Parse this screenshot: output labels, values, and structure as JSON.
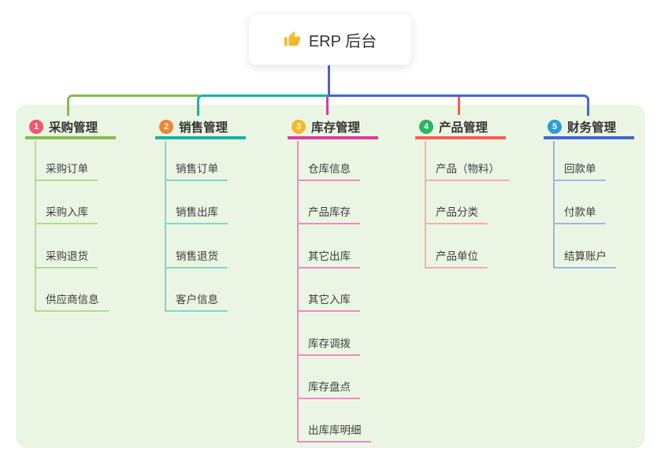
{
  "root": {
    "title": "ERP 后台",
    "icon": "thumbs-up"
  },
  "colors": {
    "panel_bg": "#eaf6e3",
    "root_line": "#5360cd",
    "thumb_icon": "#f6b92e"
  },
  "branches": [
    {
      "badge": "1",
      "title": "采购管理",
      "color": "#85bd4a",
      "light_color": "#b5d98f",
      "badge_color": "#f2566d",
      "children": [
        "采购订单",
        "采购入库",
        "采购退货",
        "供应商信息"
      ]
    },
    {
      "badge": "2",
      "title": "销售管理",
      "color": "#17b3a6",
      "light_color": "#85d6cd",
      "badge_color": "#f08434",
      "children": [
        "销售订单",
        "销售出库",
        "销售退货",
        "客户信息"
      ]
    },
    {
      "badge": "3",
      "title": "库存管理",
      "color": "#dd3a9e",
      "light_color": "#f287c7",
      "badge_color": "#f8b62c",
      "children": [
        "仓库信息",
        "产品库存",
        "其它出库",
        "其它入库",
        "库存调拨",
        "库存盘点",
        "出库库明细"
      ]
    },
    {
      "badge": "4",
      "title": "产品管理",
      "color": "#fa5b55",
      "light_color": "#fcaaa5",
      "badge_color": "#2db45f",
      "children": [
        "产品（物料）",
        "产品分类",
        "产品单位"
      ]
    },
    {
      "badge": "5",
      "title": "财务管理",
      "color": "#4467d2",
      "light_color": "#a3b3e8",
      "badge_color": "#309bd8",
      "children": [
        "回款单",
        "付款单",
        "结算账户"
      ]
    }
  ]
}
